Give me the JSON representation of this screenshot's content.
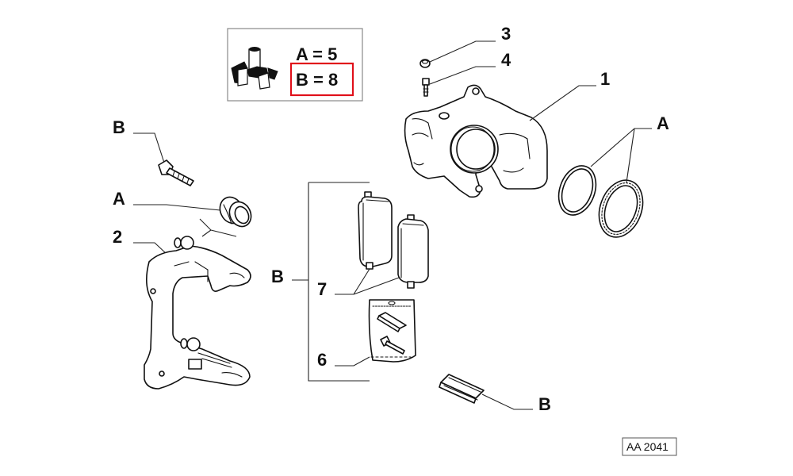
{
  "diagram": {
    "title": "Brake caliper exploded parts diagram",
    "reference_code": "AA 2041",
    "legend": {
      "icon": "packaged-parts-icon",
      "entries": [
        {
          "key": "A",
          "value": "5",
          "text": "A = 5",
          "highlighted": false
        },
        {
          "key": "B",
          "value": "8",
          "text": "B = 8",
          "highlighted": true
        }
      ],
      "highlight_color": "#e0101a"
    },
    "callouts": [
      {
        "id": "callout-1",
        "label": "1",
        "part": "caliper-body"
      },
      {
        "id": "callout-2",
        "label": "2",
        "part": "caliper-carrier-bracket"
      },
      {
        "id": "callout-3",
        "label": "3",
        "part": "bleed-screw-cap"
      },
      {
        "id": "callout-4",
        "label": "4",
        "part": "bleed-screw"
      },
      {
        "id": "callout-6",
        "label": "6",
        "part": "fitting-kit-bag"
      },
      {
        "id": "callout-7",
        "label": "7",
        "part": "brake-pads"
      },
      {
        "id": "callout-A-right",
        "label": "A",
        "part": "piston-seal-and-dust-boot"
      },
      {
        "id": "callout-A-left",
        "label": "A",
        "part": "guide-pin-boot"
      },
      {
        "id": "callout-B-bolt",
        "label": "B",
        "part": "carrier-bolt"
      },
      {
        "id": "callout-B-kit",
        "label": "B",
        "part": "pad-set-group"
      },
      {
        "id": "callout-B-clip",
        "label": "B",
        "part": "pad-retaining-clip"
      }
    ]
  }
}
